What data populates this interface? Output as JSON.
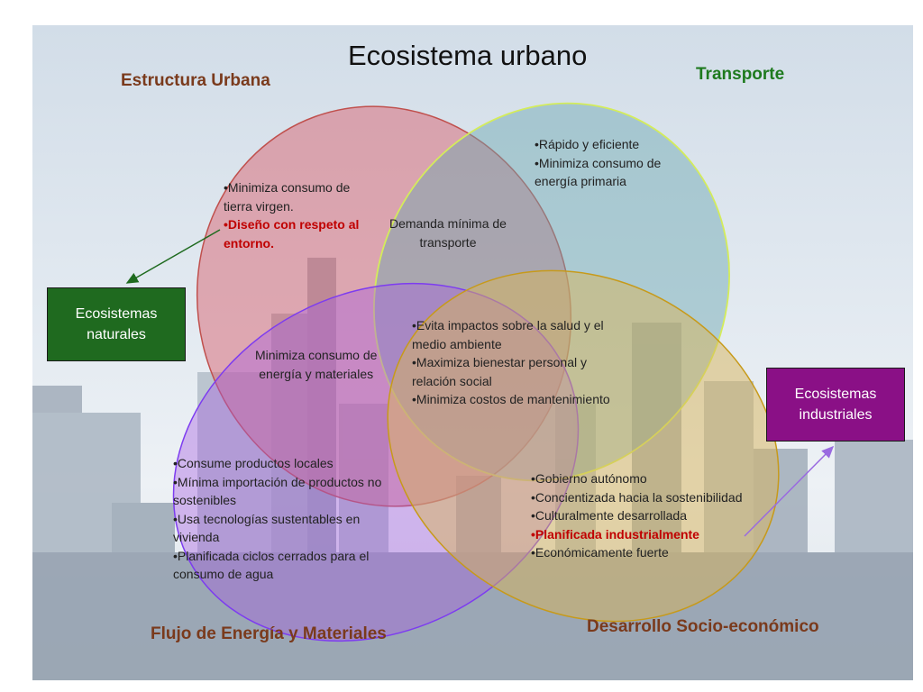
{
  "title": "Ecosistema urbano",
  "headings": {
    "estructura": "Estructura Urbana",
    "transporte": "Transporte",
    "flujo": "Flujo de Energía y Materiales",
    "desarrollo": "Desarrollo Socio-económico"
  },
  "estructura_items": {
    "line1": "•Minimiza consumo de",
    "line2": "tierra virgen.",
    "line3_red": "•Diseño con respeto al",
    "line4_red": "entorno."
  },
  "transporte_items": {
    "line1": "•Rápido y eficiente",
    "line2": "•Minimiza consumo de",
    "line3": "energía primaria"
  },
  "overlap_estructura_transporte": {
    "line1": "Demanda mínima de",
    "line2": "transporte"
  },
  "overlap_estructura_flujo": {
    "line1": "Minimiza consumo de",
    "line2": "energía y materiales"
  },
  "center_items": {
    "line1": "•Evita impactos sobre la salud y el",
    "line2": "medio ambiente",
    "line3": "•Maximiza bienestar personal y",
    "line4": "relación social",
    "line5": "•Minimiza costos de mantenimiento"
  },
  "flujo_items": {
    "line1": "•Consume productos locales",
    "line2": "•Mínima importación de productos no",
    "line3": "sostenibles",
    "line4": "•Usa tecnologías sustentables en",
    "line5": "vivienda",
    "line6": "•Planificada ciclos cerrados para el",
    "line7": "consumo de agua"
  },
  "desarrollo_items": {
    "line1": "•Gobierno autónomo",
    "line2": "•Concientizada hacia la sostenibilidad",
    "line3": "•Culturalmente desarrollada",
    "line4_red": "•Planificada industrialmente",
    "line5": "•Económicamente fuerte"
  },
  "boxes": {
    "naturales_line1": "Ecosistemas",
    "naturales_line2": "naturales",
    "industriales_line1": "Ecosistemas",
    "industriales_line2": "industriales"
  },
  "colors": {
    "estructura_fill": "#d9707c",
    "estructura_stroke": "#c0504d",
    "transporte_fill": "#6aa6b0",
    "transporte_stroke": "#d4ec5a",
    "flujo_fill": "#a45ce0",
    "flujo_stroke": "#7d3cf0",
    "desarrollo_fill": "#d8b45a",
    "desarrollo_stroke": "#c79a1a",
    "heading_brown": "#7a3a1c",
    "heading_green": "#1e7a1e",
    "naturales_box": "#1f6a1f",
    "industriales_box": "#8a1086",
    "red_text": "#c00000"
  }
}
